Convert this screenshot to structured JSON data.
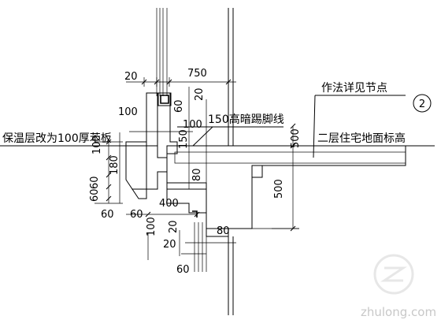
{
  "annotations": {
    "detail_ref": "作法详见节点",
    "insulation": "保温层改为100厚苯板",
    "skirting": "150高暗踢脚线",
    "floor_level": "二层住宅地面标高"
  },
  "detail_symbol": {
    "number": "2"
  },
  "dimensions": {
    "d20_top": "20",
    "d750": "750",
    "d100_a": "100",
    "d60_v": "60",
    "d20_v": "20",
    "d100_b": "100",
    "d150": "150",
    "d500_a": "500",
    "d100_left": "100",
    "d180": "180",
    "d60_left_a": "60",
    "d60_left_b": "60",
    "d60_bl_a": "60",
    "d60_bl_b": "60",
    "d400": "400",
    "d80_a": "80",
    "d500_b": "500",
    "d100_c": "100",
    "d20_c": "20",
    "d80_b": "80",
    "d20_d": "20",
    "d60_bottom": "60"
  },
  "watermark": "zhulong.com"
}
